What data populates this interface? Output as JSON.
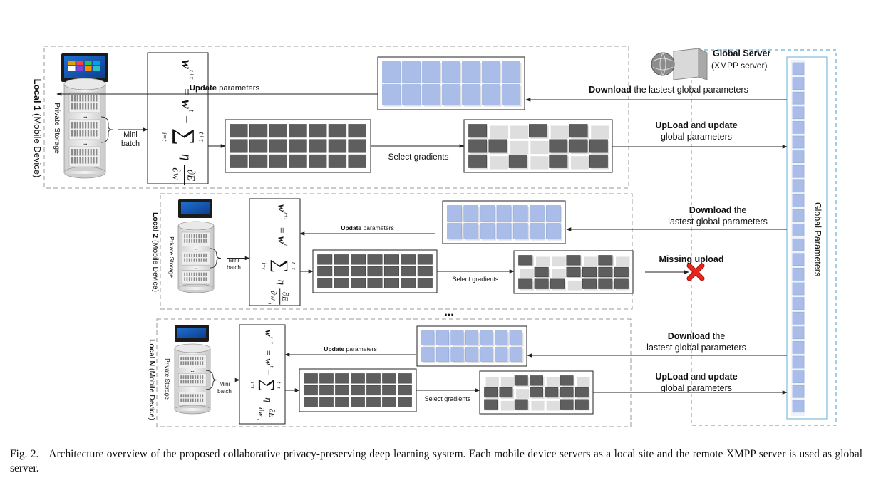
{
  "global_server": {
    "title": "Global Server",
    "subtitle": "(XMPP server)",
    "params_label": "Global Parameters"
  },
  "local_sites": [
    {
      "label_bold": "Local 1",
      "label_rest": " (Mobile Device)",
      "storage_label": "Private Storage",
      "minibatch_line1": "Mini",
      "minibatch_line2": "batch",
      "update_bold": "Update",
      "update_rest": " parameters",
      "select_label": "Select gradients",
      "download_lines": [
        [
          {
            "t": "Download",
            "b": true
          },
          {
            "t": " the lastest global parameters",
            "b": false
          }
        ]
      ],
      "upload_lines": [
        [
          {
            "t": "UpLoad",
            "b": true
          },
          {
            "t": " and ",
            "b": false
          },
          {
            "t": "update",
            "b": true
          }
        ],
        [
          {
            "t": "global parameters",
            "b": false
          }
        ]
      ],
      "upload_missing": false
    },
    {
      "label_bold": "Local 2",
      "label_rest": " (Mobile Device)",
      "storage_label": "Private Storage",
      "minibatch_line1": "Mini",
      "minibatch_line2": "batch",
      "update_bold": "Update",
      "update_rest": " parameters",
      "select_label": "Select gradients",
      "download_lines": [
        [
          {
            "t": "Download",
            "b": true
          },
          {
            "t": " the",
            "b": false
          }
        ],
        [
          {
            "t": "lastest global parameters",
            "b": false
          }
        ]
      ],
      "missing_label": "Missing upload",
      "upload_missing": true
    },
    {
      "label_bold": "Local N",
      "label_rest": " (Mobile Device)",
      "storage_label": "Private Storage",
      "minibatch_line1": "Mini",
      "minibatch_line2": "batch",
      "update_bold": "Update",
      "update_rest": " parameters",
      "select_label": "Select gradients",
      "download_lines": [
        [
          {
            "t": "Download",
            "b": true
          },
          {
            "t": " the",
            "b": false
          }
        ],
        [
          {
            "t": "lastest global parameters",
            "b": false
          }
        ]
      ],
      "upload_lines": [
        [
          {
            "t": "UpLoad",
            "b": true
          },
          {
            "t": " and ",
            "b": false
          },
          {
            "t": "update",
            "b": true
          }
        ],
        [
          {
            "t": "global parameters",
            "b": false
          }
        ]
      ],
      "upload_missing": false
    }
  ],
  "ellipsis": "...",
  "formula": {
    "w": "w",
    "lhs_sup": "t+τ",
    "eq": "=",
    "rhs_sup": "t",
    "minus": "−",
    "sum": "∑",
    "sum_top": "t+τ",
    "sum_bottom": "i=t",
    "eta": "η",
    "num": "∂E",
    "den": "∂w",
    "den_sub": "i"
  },
  "caption": {
    "label": "Fig. 2.",
    "text": "Architecture overview of the proposed collaborative privacy-preserving deep learning system. Each mobile device servers as a local site and the remote XMPP server is used as global server."
  },
  "colors": {
    "dark_cell": "#5e5e5e",
    "light_cell": "#a9bde8",
    "missing_x": "#e8261b",
    "server_border": "#6aaed6",
    "dashed_box": "#9a9a9a"
  }
}
